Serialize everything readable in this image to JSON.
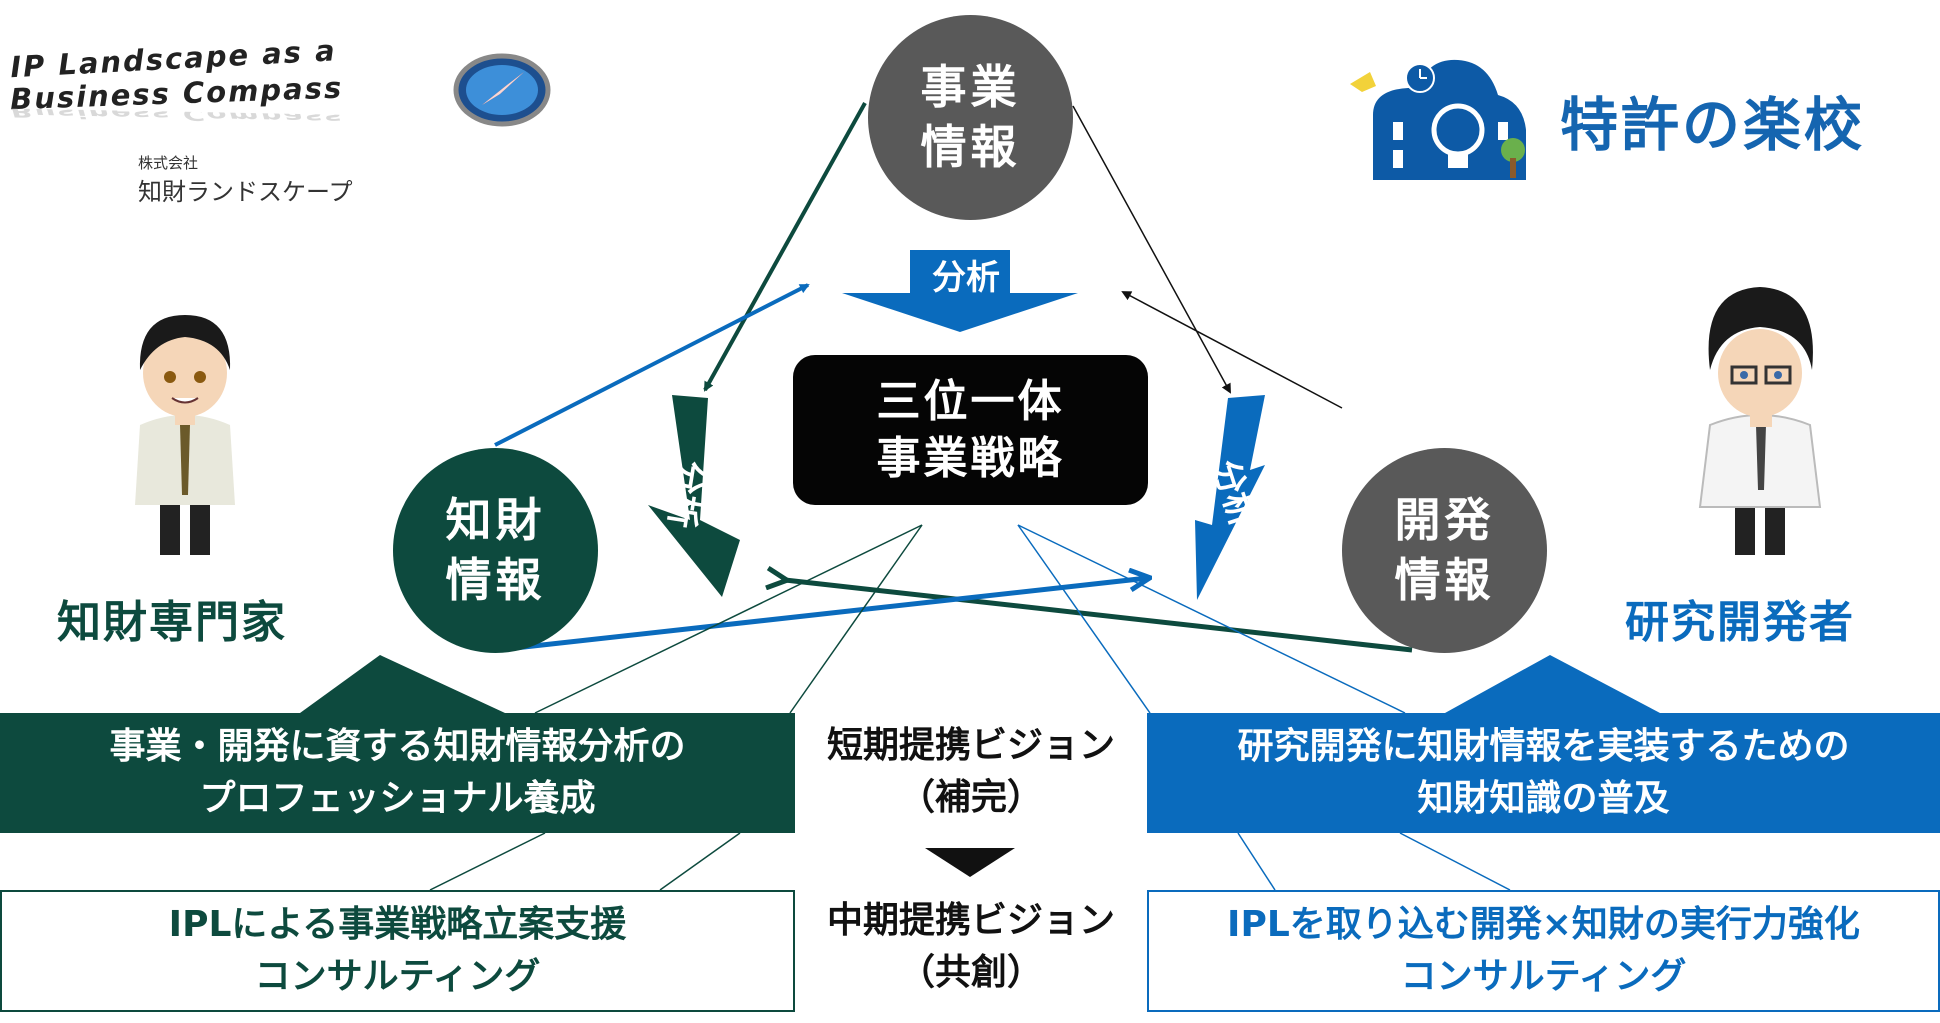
{
  "logo_left": {
    "line1": "IP Landscape as a",
    "line2": "Business Compass",
    "company_prefix": "株式会社",
    "company_name": "知財ランドスケープ"
  },
  "logo_right": {
    "name": "特許の楽校"
  },
  "nodes": {
    "business": [
      "事業",
      "情報"
    ],
    "ip": [
      "知財",
      "情報"
    ],
    "dev": [
      "開発",
      "情報"
    ]
  },
  "center": [
    "三位一体",
    "事業戦略"
  ],
  "analysis_label": "分析",
  "roles": {
    "left": "知財専門家",
    "right": "研究開発者"
  },
  "bands": {
    "left": [
      "事業・開発に資する知財情報分析の",
      "プロフェッショナル養成"
    ],
    "right": [
      "研究開発に知財情報を実装するための",
      "知財知識の普及"
    ]
  },
  "visions": {
    "short": [
      "短期提携ビジョン",
      "（補完）"
    ],
    "mid": [
      "中期提携ビジョン",
      "（共創）"
    ]
  },
  "outputs": {
    "left": [
      "IPLによる事業戦略立案支援",
      "コンサルティング"
    ],
    "right": [
      "IPLを取り込む開発×知財の実行力強化",
      "コンサルティング"
    ]
  },
  "colors": {
    "green": "#0d4a3e",
    "blue": "#0a6bbd",
    "gray": "#595959",
    "black": "#050505"
  }
}
